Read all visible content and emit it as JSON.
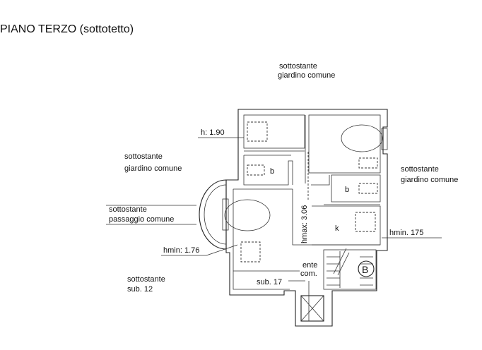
{
  "title": "PIANO TERZO (sottotetto)",
  "labels": {
    "north_line1": "sottostante",
    "north_line2": "giardino comune",
    "west_line1": "sottostante",
    "west_line2": "giardino comune",
    "east_line1": "sottostante",
    "east_line2": "giardino comune",
    "passage_line1": "sottostante",
    "passage_line2": "passaggio comune",
    "sub12_line1": "sottostante",
    "sub12_line2": "sub. 12",
    "sub17": "sub. 17",
    "ente_line1": "ente",
    "ente_line2": "com."
  },
  "heights": {
    "h_top": "h: 1.90",
    "hmin_left": "hmin: 1.76",
    "hmin_right": "hmin. 175",
    "hmax": "hmax: 3.06"
  },
  "rooms": {
    "bath_1": "b",
    "bath_2": "b",
    "kitchen": "k"
  },
  "stair_marker": "B"
}
